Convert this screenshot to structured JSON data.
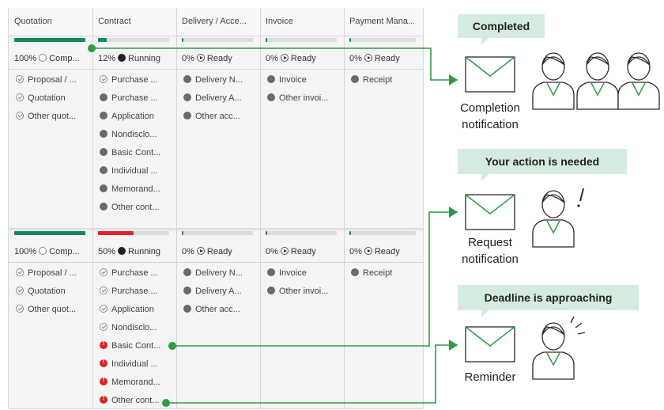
{
  "grid": {
    "columns": [
      "Quotation",
      "Contract",
      "Delivery / Acce...",
      "Invoice",
      "Payment Mana..."
    ],
    "rows": [
      {
        "progress": [
          {
            "pct": 1.0,
            "color": "#138a5a"
          },
          {
            "pct": 0.12,
            "color": "#138a5a"
          },
          {
            "pct": 0.0,
            "color": "#138a5a"
          },
          {
            "pct": 0.0,
            "color": "#138a5a"
          },
          {
            "pct": 0.0,
            "color": "#138a5a"
          }
        ],
        "statuses": [
          {
            "pct": "100%",
            "icon": "check-circle-icon",
            "text": "Comp..."
          },
          {
            "pct": "12%",
            "icon": "running-icon",
            "text": "Running"
          },
          {
            "pct": "0%",
            "icon": "play-circle-icon",
            "text": "Ready"
          },
          {
            "pct": "0%",
            "icon": "play-circle-icon",
            "text": "Ready"
          },
          {
            "pct": "0%",
            "icon": "play-circle-icon",
            "text": "Ready"
          }
        ],
        "items": [
          [
            {
              "t": "Proposal / ...",
              "s": "check"
            },
            {
              "t": "Quotation",
              "s": "check"
            },
            {
              "t": "Other quot...",
              "s": "check"
            }
          ],
          [
            {
              "t": "Purchase ...",
              "s": "check"
            },
            {
              "t": "Purchase ...",
              "s": "grey"
            },
            {
              "t": "Application",
              "s": "grey"
            },
            {
              "t": "Nondisclo...",
              "s": "grey"
            },
            {
              "t": "Basic Cont...",
              "s": "grey"
            },
            {
              "t": "Individual ...",
              "s": "grey"
            },
            {
              "t": "Memorand...",
              "s": "grey"
            },
            {
              "t": "Other cont...",
              "s": "grey"
            }
          ],
          [
            {
              "t": "Delivery N...",
              "s": "grey"
            },
            {
              "t": "Delivery A...",
              "s": "grey"
            },
            {
              "t": "Other acc...",
              "s": "grey"
            }
          ],
          [
            {
              "t": "Invoice",
              "s": "grey"
            },
            {
              "t": "Other invoi...",
              "s": "grey"
            }
          ],
          [
            {
              "t": "Receipt",
              "s": "grey"
            }
          ]
        ]
      },
      {
        "progress": [
          {
            "pct": 1.0,
            "color": "#138a5a"
          },
          {
            "pct": 0.5,
            "color": "#e0262b"
          },
          {
            "pct": 0.0,
            "color": "#138a5a"
          },
          {
            "pct": 0.0,
            "color": "#138a5a"
          },
          {
            "pct": 0.0,
            "color": "#138a5a"
          }
        ],
        "statuses": [
          {
            "pct": "100%",
            "icon": "check-circle-icon",
            "text": "Comp..."
          },
          {
            "pct": "50%",
            "icon": "running-icon",
            "text": "Running"
          },
          {
            "pct": "0%",
            "icon": "play-circle-icon",
            "text": "Ready"
          },
          {
            "pct": "0%",
            "icon": "play-circle-icon",
            "text": "Ready"
          },
          {
            "pct": "0%",
            "icon": "play-circle-icon",
            "text": "Ready"
          }
        ],
        "items": [
          [
            {
              "t": "Proposal / ...",
              "s": "check"
            },
            {
              "t": "Quotation",
              "s": "check"
            },
            {
              "t": "Other quot...",
              "s": "check"
            }
          ],
          [
            {
              "t": "Purchase ...",
              "s": "check"
            },
            {
              "t": "Purchase ...",
              "s": "check"
            },
            {
              "t": "Application",
              "s": "check"
            },
            {
              "t": "Nondisclo...",
              "s": "check"
            },
            {
              "t": "Basic Cont...",
              "s": "red"
            },
            {
              "t": "Individual ...",
              "s": "red"
            },
            {
              "t": "Memorand...",
              "s": "red"
            },
            {
              "t": "Other cont...",
              "s": "red"
            }
          ],
          [
            {
              "t": "Delivery N...",
              "s": "grey"
            },
            {
              "t": "Delivery A...",
              "s": "grey"
            },
            {
              "t": "Other acc...",
              "s": "grey"
            }
          ],
          [
            {
              "t": "Invoice",
              "s": "grey"
            },
            {
              "t": "Other invoi...",
              "s": "grey"
            }
          ],
          [
            {
              "t": "Receipt",
              "s": "grey"
            }
          ]
        ]
      }
    ]
  },
  "notifications": [
    {
      "callout": "Completed",
      "label": [
        "Completion",
        "notification"
      ],
      "people": 3,
      "accent": "none"
    },
    {
      "callout": "Your action is needed",
      "label": [
        "Request",
        "notification"
      ],
      "people": 1,
      "accent": "exclamation"
    },
    {
      "callout": "Deadline is approaching",
      "label": [
        "Reminder"
      ],
      "people": 1,
      "accent": "alert-lines"
    }
  ],
  "colors": {
    "accent_green": "#2e9a4a",
    "progress_green": "#138a5a",
    "progress_red": "#e0262b",
    "callout_bg": "#d6ebe0"
  }
}
